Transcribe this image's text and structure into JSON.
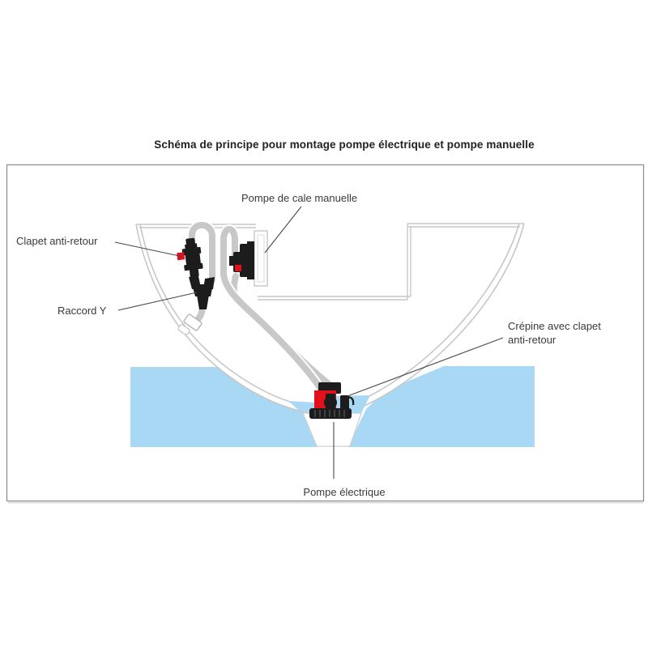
{
  "title": "Schéma de principe pour montage pompe électrique et pompe manuelle",
  "diagram": {
    "labels": {
      "manual_pump": "Pompe de cale manuelle",
      "check_valve": "Clapet anti-retour",
      "y_connector": "Raccord Y",
      "strainer_line1": "Crépine avec clapet",
      "strainer_line2": "anti-retour",
      "electric_pump": "Pompe électrique"
    },
    "colors": {
      "water": "#a8d8f3",
      "hull_line": "#c7c7c7",
      "hose": "#c8c8c8",
      "component_black": "#1c1c1c",
      "accent_red": "#e2101c",
      "leader_line": "#4a4a4a",
      "label_text": "#3a3a3a",
      "title_text": "#222222",
      "frame_border": "#8a8a8a"
    }
  }
}
